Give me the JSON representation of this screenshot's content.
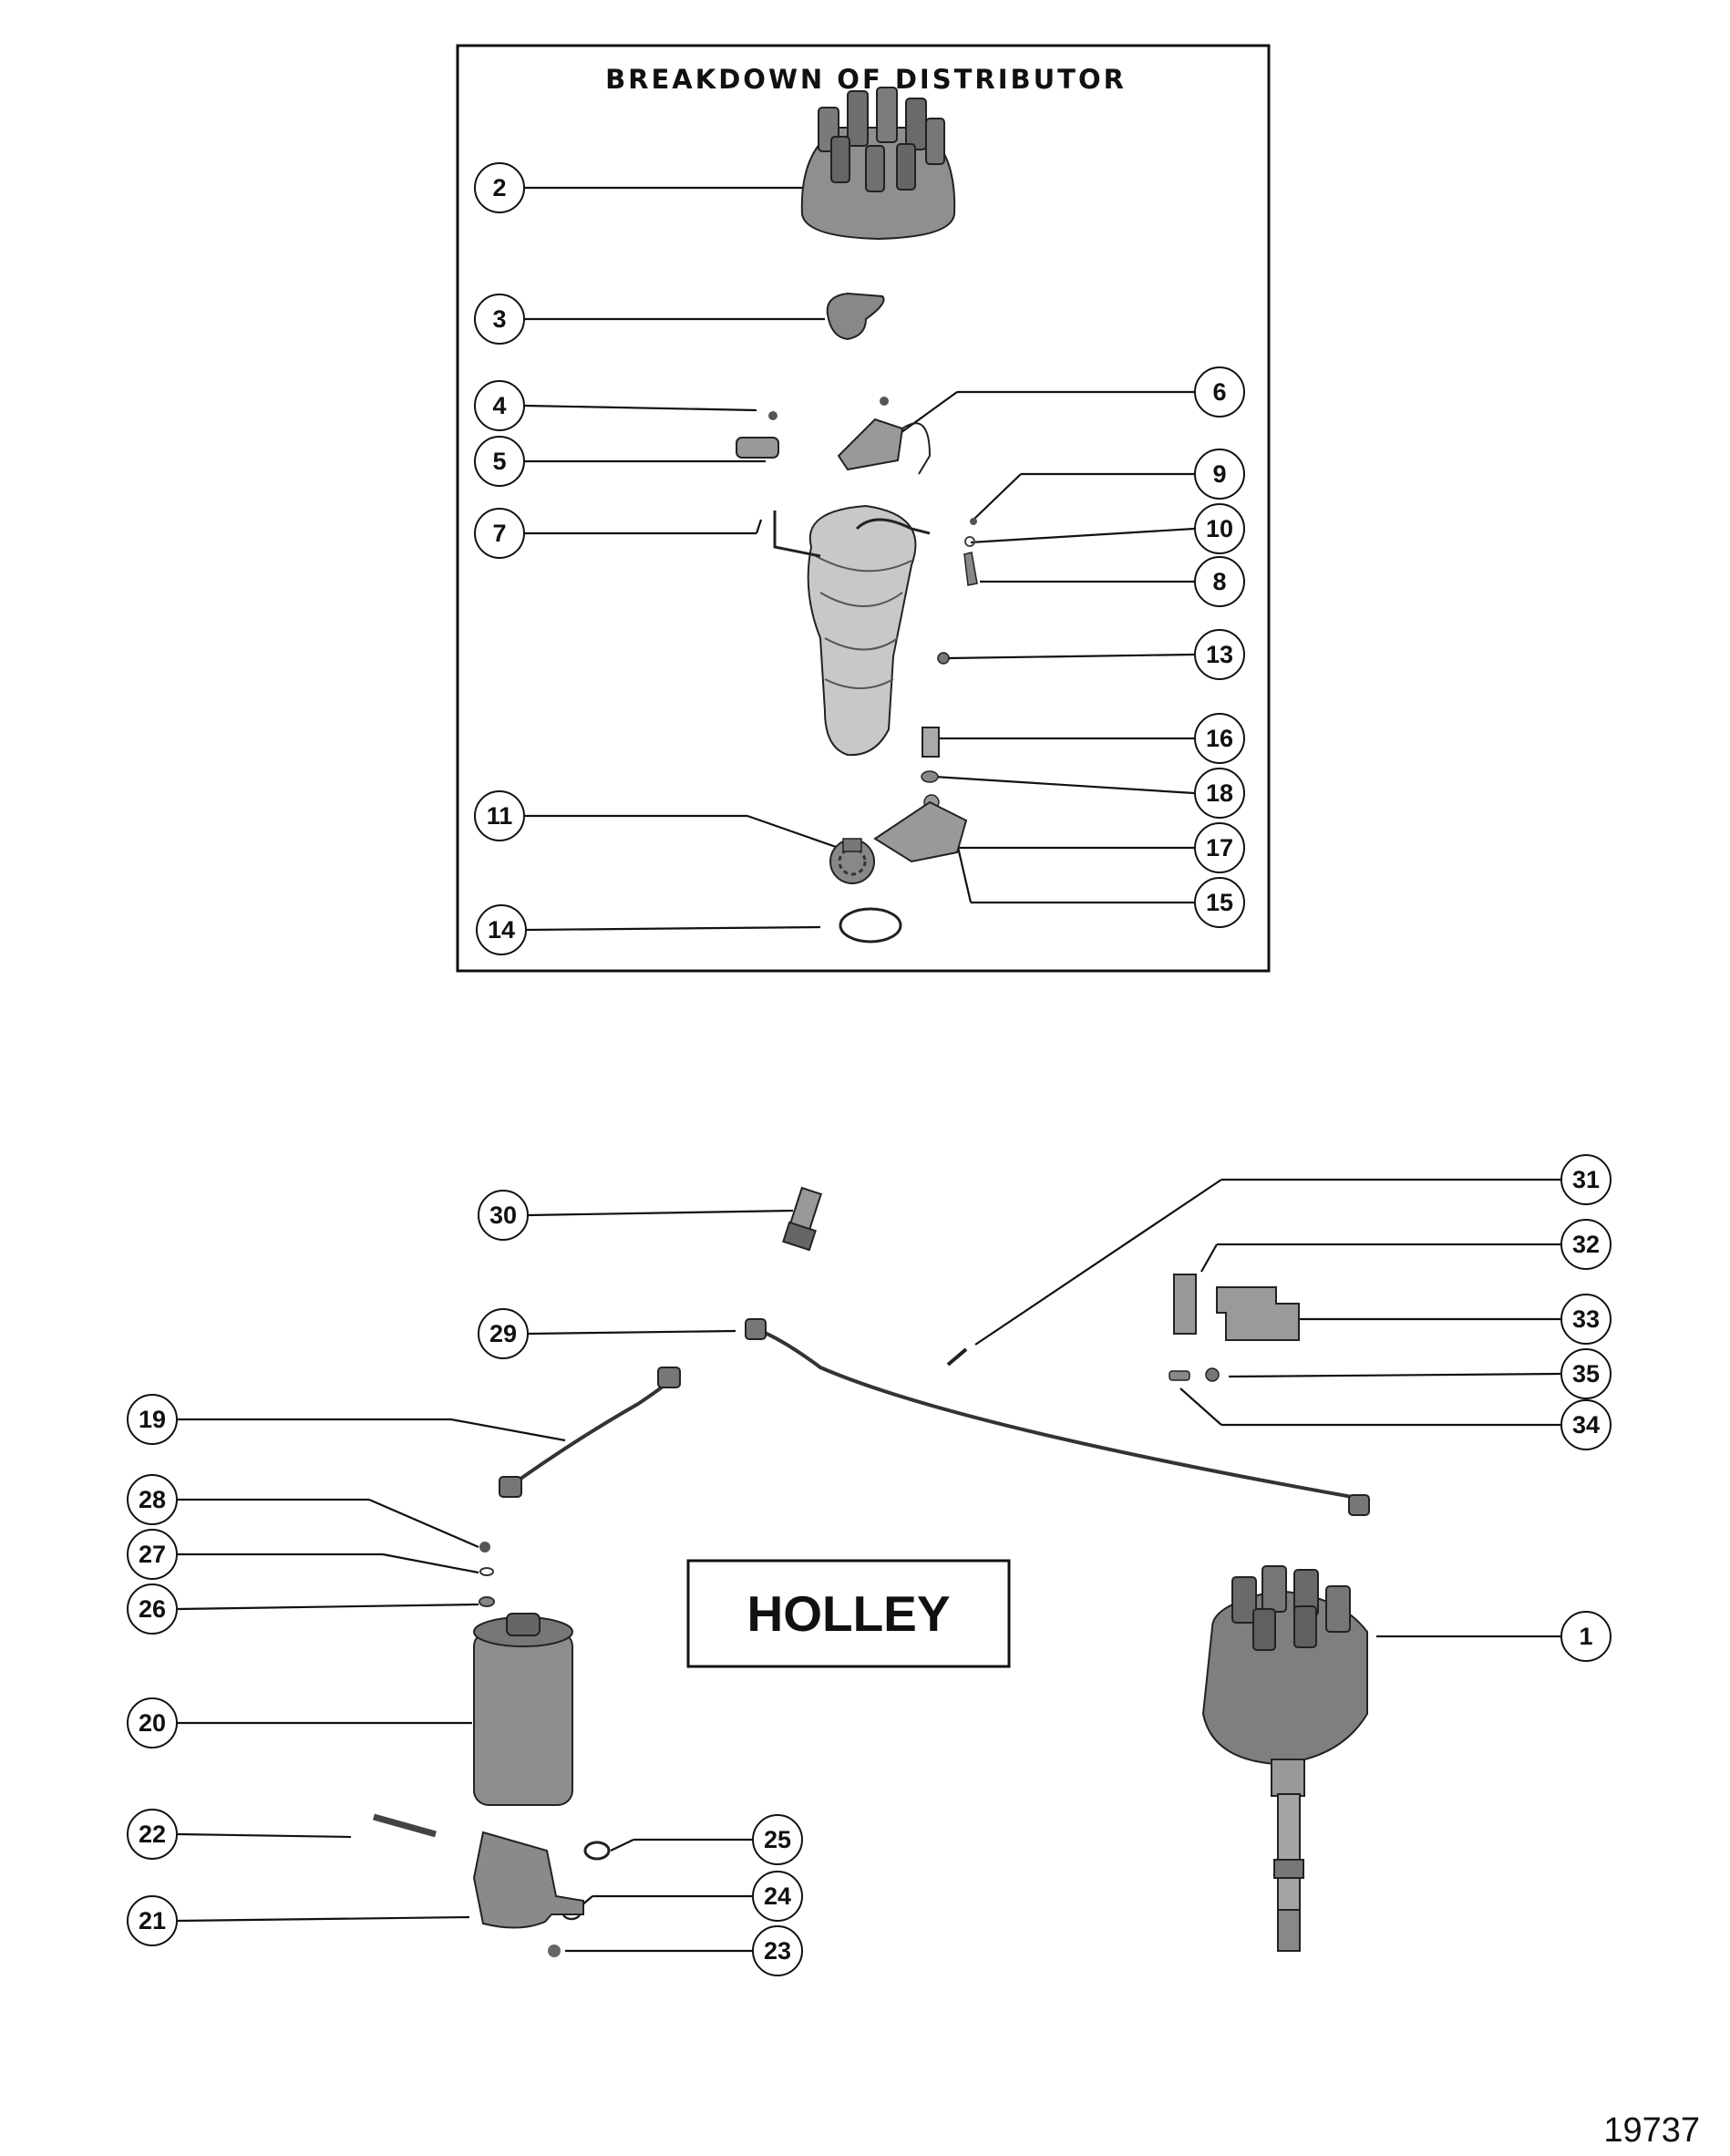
{
  "inset": {
    "title": "BREAKDOWN OF DISTRIBUTOR"
  },
  "holley_label": "HOLLEY",
  "figure_number": "19737",
  "callouts": {
    "c1": "1",
    "c2": "2",
    "c3": "3",
    "c4": "4",
    "c5": "5",
    "c6": "6",
    "c7": "7",
    "c8": "8",
    "c9": "9",
    "c10": "10",
    "c11": "11",
    "c13": "13",
    "c14": "14",
    "c15": "15",
    "c16": "16",
    "c17": "17",
    "c18": "18",
    "c19": "19",
    "c20": "20",
    "c21": "21",
    "c22": "22",
    "c23": "23",
    "c24": "24",
    "c25": "25",
    "c26": "26",
    "c27": "27",
    "c28": "28",
    "c29": "29",
    "c30": "30",
    "c31": "31",
    "c32": "32",
    "c33": "33",
    "c34": "34",
    "c35": "35"
  },
  "colors": {
    "ink": "#111111",
    "part_fill": "#9a9a9a",
    "part_dark": "#555555"
  }
}
